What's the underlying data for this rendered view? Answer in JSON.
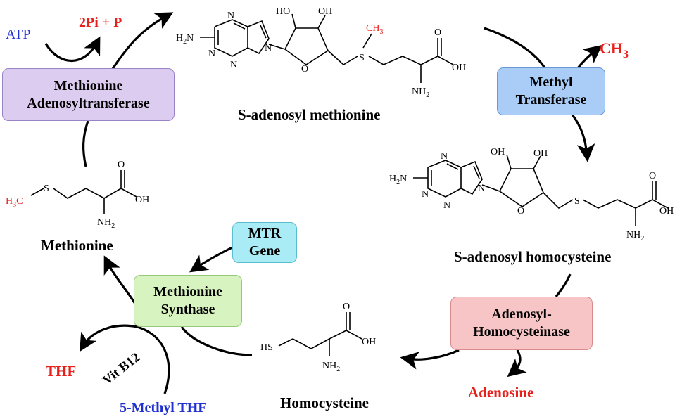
{
  "enzymes": {
    "mat": {
      "line1": "Methionine",
      "line2": "Adenosyltransferase",
      "fill": "#dccdf0",
      "border": "#9a82c6"
    },
    "mt": {
      "line1": "Methyl",
      "line2": "Transferase",
      "fill": "#a9cdf7",
      "border": "#6a98d4"
    },
    "ahc": {
      "line1": "Adenosyl-",
      "line2": "Homocysteinase",
      "fill": "#f7c5c5",
      "border": "#d98a8a"
    },
    "ms": {
      "line1": "Methionine",
      "line2": "Synthase",
      "fill": "#d7f3c0",
      "border": "#98c97a"
    },
    "mtr": {
      "line1": "MTR",
      "line2": "Gene",
      "fill": "#a9ecf6",
      "border": "#5bbcd0"
    }
  },
  "metabolites": {
    "sam": "S-adenosyl methionine",
    "sah": "S-adenosyl homocysteine",
    "met": "Methionine",
    "hcy": "Homocysteine"
  },
  "cofactors": {
    "atp": "ATP",
    "pi": "2Pi + P",
    "ch3": "CH",
    "ch3_sub": "3",
    "adenosine": "Adenosine",
    "thf": "THF",
    "methyl_thf": "5-Methyl THF",
    "vitb12": "Vit B12"
  },
  "atoms": {
    "h2n": "H",
    "h2n_sub": "2",
    "h2n_n": "N",
    "n": "N",
    "o": "O",
    "ho": "HO",
    "oh": "OH",
    "s": "S",
    "nh": "NH",
    "nh_sub": "2",
    "ch": "CH",
    "ch_sub": "3",
    "h3c_h": "H",
    "h3c_sub": "3",
    "h3c_c": "C",
    "hs": "HS"
  },
  "colors": {
    "atp": "#1f2fd0",
    "red": "#e8201b",
    "methyl_thf": "#1f2fd0",
    "arrow": "#000000"
  }
}
